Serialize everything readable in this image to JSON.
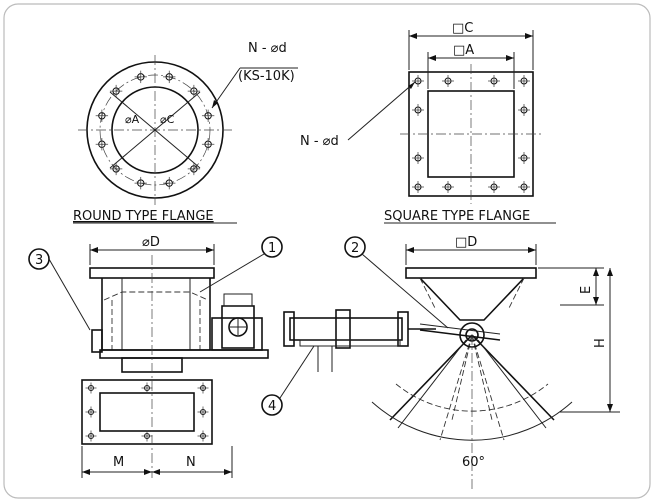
{
  "round_flange": {
    "callout_line1": "N - ⌀d",
    "callout_line2": "(KS-10K)",
    "label_a": "⌀A",
    "label_c": "⌀C",
    "title": "ROUND TYPE FLANGE"
  },
  "square_flange": {
    "dim_c": "□C",
    "dim_a": "□A",
    "callout": "N - ⌀d",
    "title": "SQUARE TYPE FLANGE"
  },
  "side_view": {
    "dim_d": "⌀D",
    "dim_m": "M",
    "dim_n": "N"
  },
  "front_view": {
    "dim_d": "□D",
    "dim_e": "E",
    "dim_h": "H",
    "angle": "60°"
  },
  "balloons": [
    "1",
    "2",
    "3",
    "4"
  ]
}
